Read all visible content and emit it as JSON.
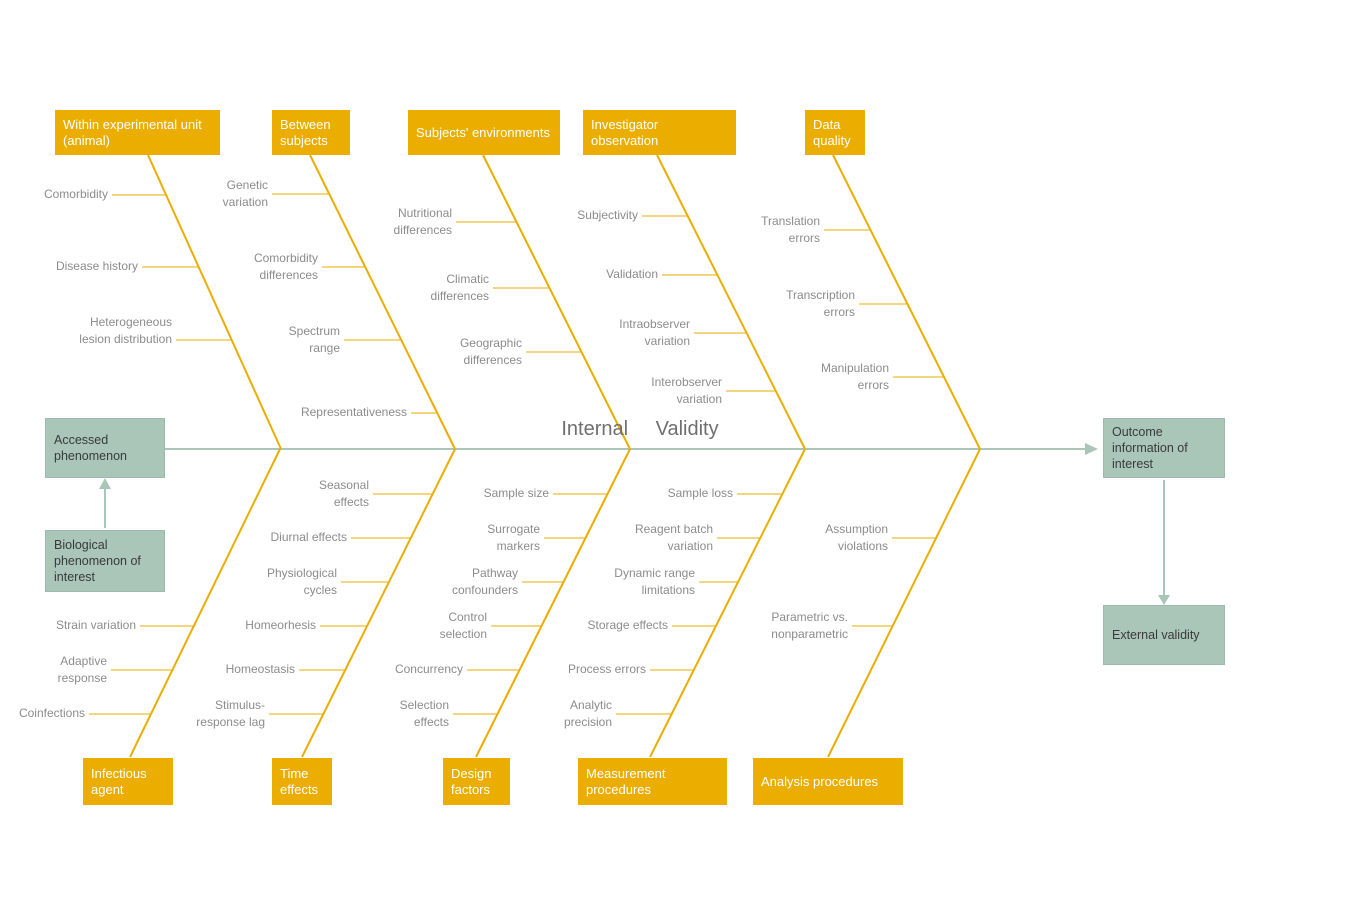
{
  "diagram_title": "Internal Validity",
  "colors": {
    "branch": "#EBAD00",
    "spine": "#A9C6B8",
    "label_text": "#8C8C8C"
  },
  "nodes": {
    "accessed": "Accessed phenomenon",
    "biological": "Biological phenomenon of interest",
    "outcome": "Outcome information of interest",
    "external": "External validity"
  },
  "top_categories": [
    {
      "label": "Within experimental unit (animal)",
      "items": [
        "Comorbidity",
        "Disease history",
        "Heterogeneous lesion distribution"
      ]
    },
    {
      "label": "Between subjects",
      "items": [
        "Genetic variation",
        "Comorbidity differences",
        "Spectrum range",
        "Representativeness"
      ]
    },
    {
      "label": "Subjects' environments",
      "items": [
        "Nutritional differences",
        "Climatic differences",
        "Geographic differences"
      ]
    },
    {
      "label": "Investigator observation",
      "items": [
        "Subjectivity",
        "Validation",
        "Intraobserver variation",
        "Interobserver variation"
      ]
    },
    {
      "label": "Data quality",
      "items": [
        "Translation errors",
        "Transcription errors",
        "Manipulation errors"
      ]
    }
  ],
  "bottom_categories": [
    {
      "label": "Infectious agent",
      "items": [
        "Strain variation",
        "Adaptive response",
        "Coinfections"
      ]
    },
    {
      "label": "Time effects",
      "items": [
        "Seasonal effects",
        "Diurnal effects",
        "Physiological cycles",
        "Homeorhesis",
        "Homeostasis",
        "Stimulus-response lag"
      ]
    },
    {
      "label": "Design factors",
      "items": [
        "Sample size",
        "Surrogate markers",
        "Pathway confounders",
        "Control selection",
        "Concurrency",
        "Selection effects"
      ]
    },
    {
      "label": "Measurement procedures",
      "items": [
        "Sample loss",
        "Reagent batch variation",
        "Dynamic range limitations",
        "Storage effects",
        "Process errors",
        "Analytic precision"
      ]
    },
    {
      "label": "Analysis procedures",
      "items": [
        "Assumption violations",
        "Parametric vs. nonparametric"
      ]
    }
  ]
}
